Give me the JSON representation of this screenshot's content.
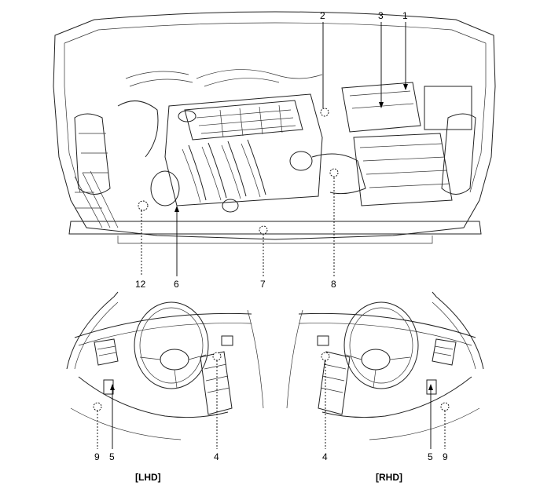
{
  "engine_callouts": [
    "2",
    "3",
    "1",
    "12",
    "6",
    "7",
    "8"
  ],
  "lhd_callouts": [
    "9",
    "5",
    "4"
  ],
  "rhd_callouts": [
    "4",
    "5",
    "9"
  ],
  "captions": {
    "lhd": "[LHD]",
    "rhd": "[RHD]"
  },
  "colors": {
    "line": "#222222",
    "background": "#ffffff"
  }
}
